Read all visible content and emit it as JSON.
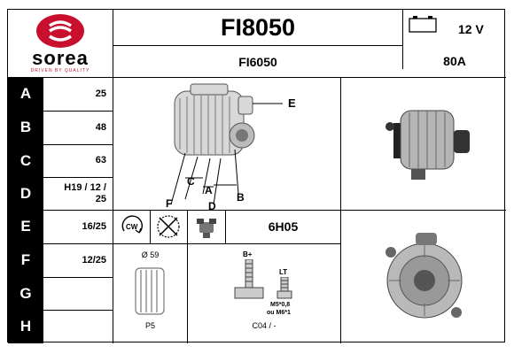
{
  "brand": {
    "name": "sorea",
    "tagline": "DRIVEN BY QUALITY",
    "logo_color": "#c8102e"
  },
  "header": {
    "part_number": "FI8050",
    "alt_part_number": "FI6050",
    "voltage": "12 V",
    "amperage": "80A"
  },
  "specs": [
    {
      "letter": "A",
      "value": "25"
    },
    {
      "letter": "B",
      "value": "48"
    },
    {
      "letter": "C",
      "value": "63"
    },
    {
      "letter": "D",
      "value": "H19 / 12 / 25"
    },
    {
      "letter": "E",
      "value": "16/25"
    },
    {
      "letter": "F",
      "value": "12/25"
    },
    {
      "letter": "G",
      "value": ""
    },
    {
      "letter": "H",
      "value": ""
    }
  ],
  "diagram_labels": {
    "a": "A",
    "b": "B",
    "c": "C",
    "d": "D",
    "e": "E",
    "f": "F"
  },
  "row_e": {
    "rotation": "CW",
    "regulator_code": "6H05"
  },
  "pulley": {
    "diameter": "Ø 59",
    "type": "P5"
  },
  "terminals": {
    "b_plus": "B+",
    "lt": "LT",
    "thread": "M5*0,8",
    "thread_alt": "ou M6*1",
    "connector": "C04 / -"
  },
  "icons": [
    "battery-icon",
    "cw-rotation-icon",
    "fan-crossed-icon",
    "regulator-icon",
    "pulley-icon",
    "bolt-icon",
    "small-bolt-icon"
  ]
}
